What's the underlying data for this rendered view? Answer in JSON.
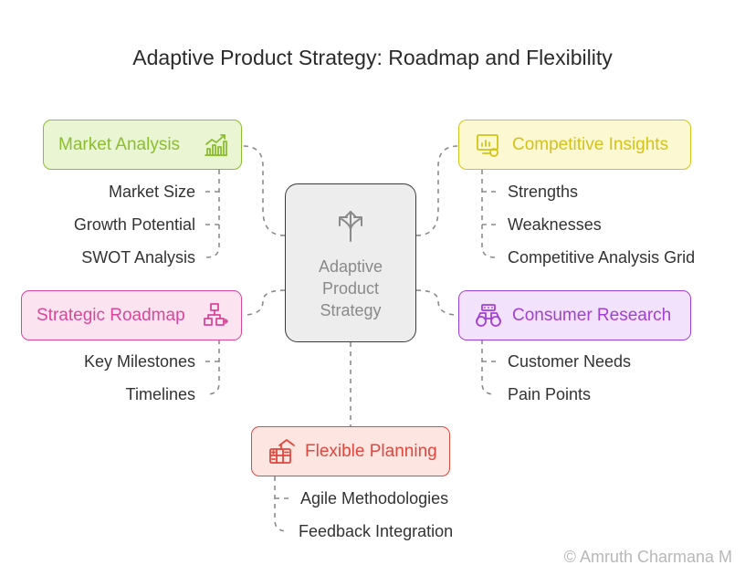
{
  "title": "Adaptive Product Strategy: Roadmap and Flexibility",
  "center": {
    "lines": [
      "Adaptive",
      "Product",
      "Strategy"
    ]
  },
  "branches": [
    {
      "id": "market",
      "label": "Market Analysis",
      "color": "#8bbd2e",
      "fill": "#eaf6d3",
      "icon": "growth-chart-icon",
      "children": [
        "Market Size",
        "Growth Potential",
        "SWOT Analysis"
      ]
    },
    {
      "id": "competitive",
      "label": "Competitive Insights",
      "color": "#d4c21a",
      "fill": "#fbf8d2",
      "icon": "monitor-chart-icon",
      "children": [
        "Strengths",
        "Weaknesses",
        "Competitive Analysis Grid"
      ]
    },
    {
      "id": "roadmap",
      "label": "Strategic Roadmap",
      "color": "#d9469a",
      "fill": "#fbe3f0",
      "icon": "flowchart-icon",
      "children": [
        "Key Milestones",
        "Timelines"
      ]
    },
    {
      "id": "consumer",
      "label": "Consumer Research",
      "color": "#a23fd6",
      "fill": "#f3e2fb",
      "icon": "binoculars-icon",
      "children": [
        "Customer Needs",
        "Pain Points"
      ]
    },
    {
      "id": "flexible",
      "label": "Flexible Planning",
      "color": "#e0473d",
      "fill": "#fde5e2",
      "icon": "calculator-house-icon",
      "children": [
        "Agile Methodologies",
        "Feedback Integration"
      ]
    }
  ],
  "watermark": "© Amruth Charmana M"
}
